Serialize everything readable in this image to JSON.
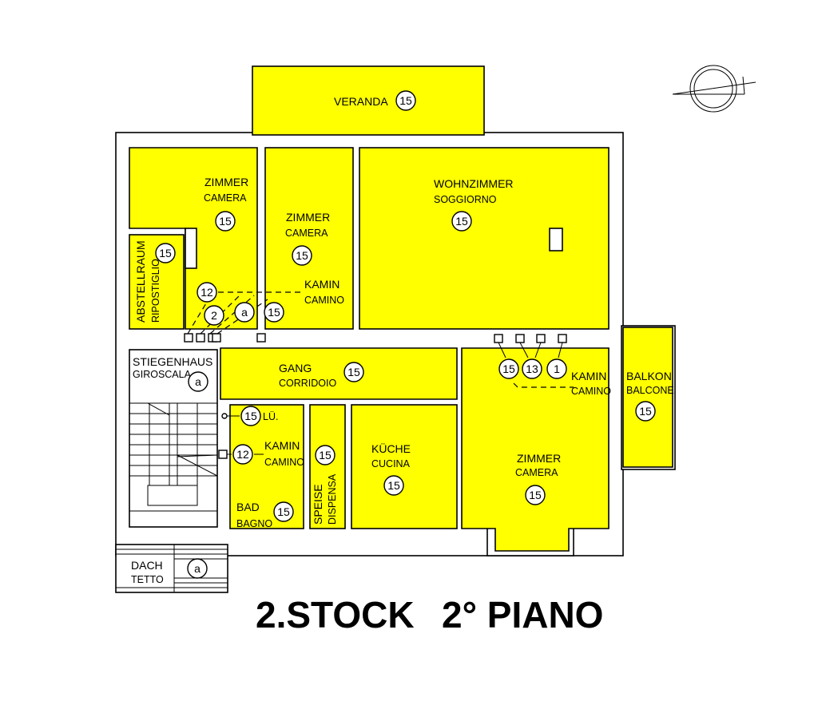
{
  "title": {
    "floor_de": "2.STOCK",
    "floor_it": "2° PIANO"
  },
  "colors": {
    "room_fill": "#ffff00",
    "walls": "#000000",
    "background": "#ffffff"
  },
  "rooms": {
    "veranda": {
      "name": "VERANDA",
      "number": "15"
    },
    "zimmer_nw": {
      "name_de": "ZIMMER",
      "name_it": "CAMERA",
      "number": "15"
    },
    "zimmer_n": {
      "name_de": "ZIMMER",
      "name_it": "CAMERA",
      "number": "15"
    },
    "wohnzimmer": {
      "name_de": "WOHNZIMMER",
      "name_it": "SOGGIORNO",
      "number": "15"
    },
    "abstellraum": {
      "name_de": "ABSTELLRAUM",
      "name_it": "RIPOSTIGLIO",
      "number": "15"
    },
    "stiegenhaus": {
      "name_de": "STIEGENHAUS",
      "name_it": "GIROSCALA",
      "number": "a"
    },
    "gang": {
      "name_de": "GANG",
      "name_it": "CORRIDOIO",
      "number": "15"
    },
    "bad": {
      "name_de": "BAD",
      "name_it": "BAGNO",
      "number": "15"
    },
    "speise": {
      "name_de": "SPEISE",
      "name_it": "DISPENSA",
      "number": "15"
    },
    "kueche": {
      "name_de": "KÜCHE",
      "name_it": "CUCINA",
      "number": "15"
    },
    "zimmer_se": {
      "name_de": "ZIMMER",
      "name_it": "CAMERA",
      "number": "15"
    },
    "balkon": {
      "name_de": "BALKON",
      "name_it": "BALCONE",
      "number": "15"
    },
    "dach": {
      "name_de": "DACH",
      "name_it": "TETTO",
      "number": "a"
    }
  },
  "chimneys": {
    "west": {
      "label_de": "KAMIN",
      "label_it": "CAMINO",
      "markers": [
        "12",
        "2",
        "a",
        "15"
      ]
    },
    "east": {
      "label_de": "KAMIN",
      "label_it": "CAMINO",
      "markers": [
        "15",
        "13",
        "1"
      ]
    },
    "bad": {
      "label_de": "KAMIN",
      "label_it": "CAMINO",
      "marker": "12"
    }
  },
  "vent": {
    "label": "LÜ.",
    "marker": "15"
  }
}
